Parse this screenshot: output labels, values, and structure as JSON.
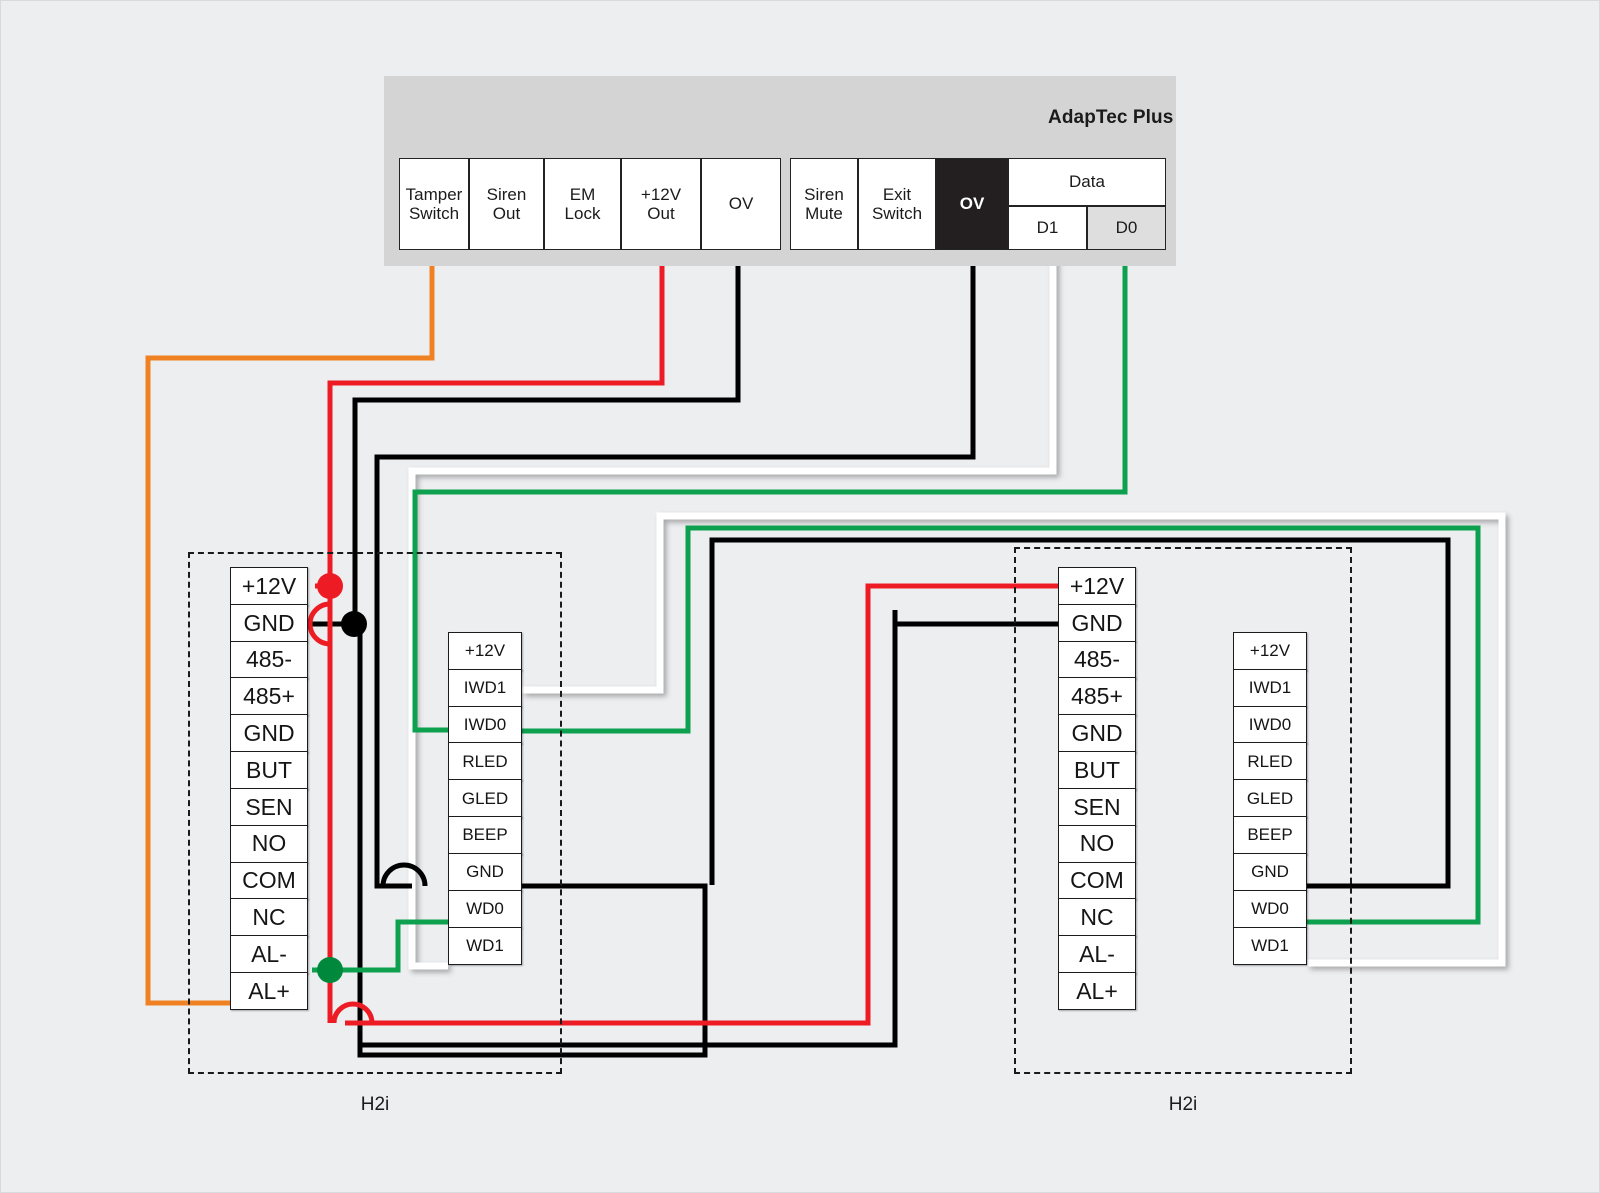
{
  "diagram": {
    "title": "AdapTec Plus",
    "background_color": "#edeef0"
  },
  "controller": {
    "name": "AdapTec Plus",
    "panel_color": "#d4d4d4",
    "terminal_group_left": [
      {
        "label": "Tamper\nSwitch",
        "line1": "Tamper",
        "line2": "Switch"
      },
      {
        "label": "Siren\nOut",
        "line1": "Siren",
        "line2": "Out"
      },
      {
        "label": "EM\nLock",
        "line1": "EM",
        "line2": "Lock"
      },
      {
        "label": "+12V\nOut",
        "line1": "+12V",
        "line2": "Out"
      },
      {
        "label": "OV",
        "line1": "OV",
        "line2": ""
      }
    ],
    "terminal_group_right": [
      {
        "label": "Siren\nMute",
        "line1": "Siren",
        "line2": "Mute"
      },
      {
        "label": "Exit\nSwitch",
        "line1": "Exit",
        "line2": "Switch"
      },
      {
        "label": "OV",
        "line1": "OV",
        "line2": "",
        "style": "dark"
      }
    ],
    "data_group": {
      "header": "Data",
      "pins": [
        {
          "label": "D1",
          "style": "plain"
        },
        {
          "label": "D0",
          "style": "shade"
        }
      ]
    }
  },
  "devices": [
    {
      "id": "h2i-left",
      "label": "H2i",
      "main_strip": {
        "name": "controller-terminals",
        "pins": [
          "+12V",
          "GND",
          "485-",
          "485+",
          "GND",
          "BUT",
          "SEN",
          "NO",
          "COM",
          "NC",
          "AL-",
          "AL+"
        ]
      },
      "reader_strip": {
        "name": "reader-terminals",
        "pins": [
          "+12V",
          "IWD1",
          "IWD0",
          "RLED",
          "GLED",
          "BEEP",
          "GND",
          "WD0",
          "WD1"
        ]
      }
    },
    {
      "id": "h2i-right",
      "label": "H2i",
      "main_strip": {
        "name": "controller-terminals",
        "pins": [
          "+12V",
          "GND",
          "485-",
          "485+",
          "GND",
          "BUT",
          "SEN",
          "NO",
          "COM",
          "NC",
          "AL-",
          "AL+"
        ]
      },
      "reader_strip": {
        "name": "reader-terminals",
        "pins": [
          "+12V",
          "IWD1",
          "IWD0",
          "RLED",
          "GLED",
          "BEEP",
          "GND",
          "WD0",
          "WD1"
        ]
      }
    }
  ],
  "wire_colors": {
    "orange": "#f08122",
    "red": "#ed1c24",
    "black": "#000000",
    "green": "#0ca04f",
    "white": "#ffffff",
    "junction_red": "#ed1c24",
    "junction_black": "#000000",
    "junction_green": "#00883c"
  },
  "wires": [
    {
      "name": "tamper-switch-to-al-plus",
      "color": "orange",
      "from": "Tamper Switch",
      "to": "AL+"
    },
    {
      "name": "plus12v-out-to-plus12v",
      "color": "red",
      "from": "+12V Out",
      "to": "+12V"
    },
    {
      "name": "ov-to-gnd",
      "color": "black",
      "from": "OV",
      "to": "GND"
    },
    {
      "name": "ov-mute-to-reader-gnd",
      "color": "black",
      "from": "OV",
      "to": "Reader GND"
    },
    {
      "name": "d1-to-iwd1",
      "color": "white",
      "from": "D1",
      "to": "IWD1"
    },
    {
      "name": "d0-to-iwd0",
      "color": "green",
      "from": "D0",
      "to": "IWD0"
    },
    {
      "name": "al-minus-to-wd0",
      "color": "green",
      "from": "AL-",
      "to": "WD0"
    },
    {
      "name": "left-plus12v-to-right-plus12v",
      "color": "red",
      "from": "+12V (left)",
      "to": "+12V (right)"
    },
    {
      "name": "left-gnd-to-right-gnd",
      "color": "black",
      "from": "GND (left)",
      "to": "GND (right)"
    },
    {
      "name": "right-reader-gnd",
      "color": "black",
      "from": "Reader GND (right)",
      "to": "OV"
    },
    {
      "name": "right-reader-wd0",
      "color": "green",
      "from": "Reader WD0 (right)",
      "to": "D0"
    },
    {
      "name": "right-reader-wd1",
      "color": "white",
      "from": "Reader WD1 (right)",
      "to": "D1"
    }
  ]
}
